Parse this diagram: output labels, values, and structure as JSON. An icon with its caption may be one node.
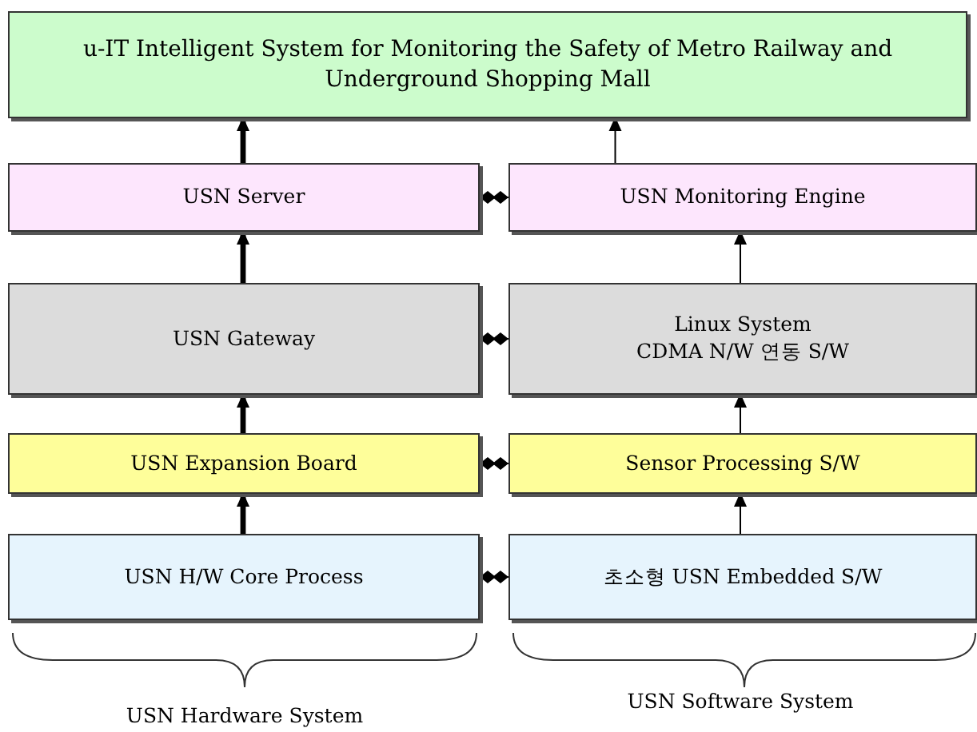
{
  "diagram": {
    "nodes": [
      {
        "text": [
          "u-IT Intelligent System for Monitoring the Safety of Metro Railway and Underground Shopping Mall"
        ]
      },
      {
        "text": [
          "USN Server"
        ]
      },
      {
        "text": [
          "USN Monitoring Engine"
        ]
      },
      {
        "text": [
          "USN Gateway"
        ]
      },
      {
        "text": [
          "Linux System",
          "CDMA N/W 연동 S/W"
        ]
      },
      {
        "text": [
          "USN Expansion Board"
        ]
      },
      {
        "text": [
          "Sensor Processing S/W"
        ]
      },
      {
        "text": [
          "USN H/W Core Process"
        ]
      },
      {
        "text": [
          "초소형 USN Embedded S/W"
        ]
      }
    ],
    "edges": [
      {
        "from": 1,
        "to": 0,
        "arrow": "to",
        "style": "thick"
      },
      {
        "from": 2,
        "to": 0,
        "arrow": "to"
      },
      {
        "from": 1,
        "to": 2,
        "arrow": "other"
      },
      {
        "from": 3,
        "to": 1,
        "arrow": "to",
        "style": "thick"
      },
      {
        "from": 4,
        "to": 2,
        "arrow": "to"
      },
      {
        "from": 3,
        "to": 4,
        "arrow": "other"
      },
      {
        "from": 5,
        "to": 3,
        "arrow": "to",
        "style": "thick"
      },
      {
        "from": 6,
        "to": 4,
        "arrow": "to"
      },
      {
        "from": 5,
        "to": 6,
        "arrow": "other"
      },
      {
        "from": 7,
        "to": 5,
        "arrow": "to",
        "style": "thick"
      },
      {
        "from": 8,
        "to": 6,
        "arrow": "to"
      },
      {
        "from": 7,
        "to": 8,
        "arrow": "other"
      }
    ],
    "labels": [
      "USN Hardware System",
      "USN Software System"
    ]
  }
}
